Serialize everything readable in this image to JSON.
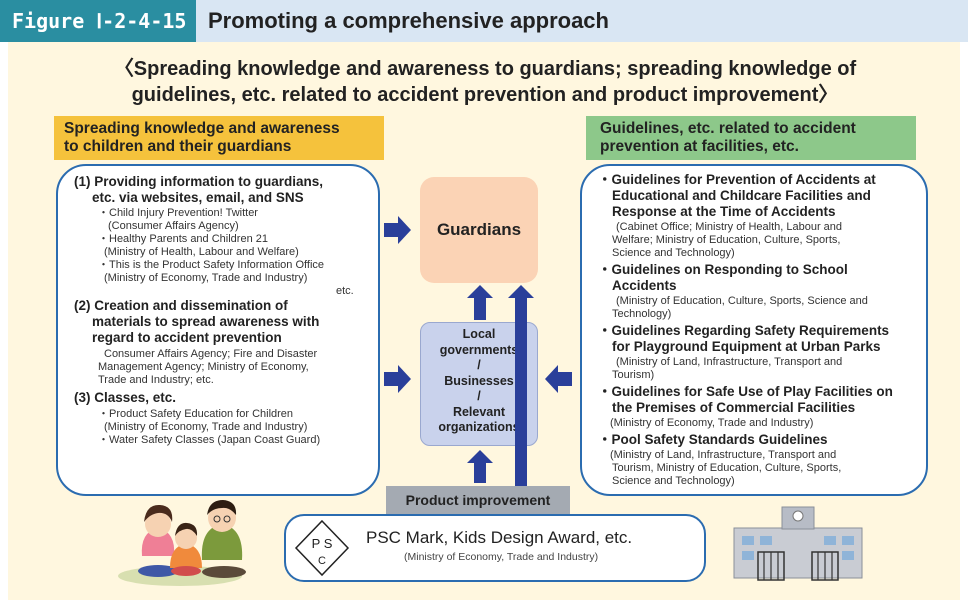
{
  "figure": {
    "label": "Figure Ⅰ-2-4-15",
    "title": "Promoting a comprehensive approach",
    "subtitle_line1": "〈Spreading knowledge and awareness to guardians; spreading knowledge of",
    "subtitle_line2": "guidelines, etc. related to accident prevention and product improvement〉"
  },
  "left": {
    "header_line1": "Spreading knowledge and awareness",
    "header_line2": "to children and their guardians",
    "s1": {
      "title_line1": "(1) Providing information to guardians,",
      "title_line2": "etc. via websites, email, and SNS",
      "items": [
        "・Child Injury Prevention! Twitter",
        "(Consumer Affairs Agency)",
        "・Healthy Parents and Children 21",
        "(Ministry of Health, Labour and Welfare)",
        "・This is the Product Safety Information Office",
        "(Ministry of Economy, Trade and Industry)"
      ],
      "etc": "etc."
    },
    "s2": {
      "title_line1": "(2) Creation and dissemination of",
      "title_line2": "materials to spread awareness with",
      "title_line3": "regard to accident prevention",
      "items": [
        "Consumer Affairs Agency; Fire and Disaster",
        "Management Agency; Ministry of Economy,",
        "Trade and Industry; etc."
      ]
    },
    "s3": {
      "title": "(3) Classes, etc.",
      "items": [
        "・Product Safety Education for Children",
        "(Ministry of Economy, Trade and Industry)",
        "・Water Safety Classes (Japan Coast Guard)"
      ]
    }
  },
  "center": {
    "guardians": "Guardians",
    "local_lines": [
      "Local",
      "governments",
      "/",
      "Businesses",
      "/",
      "Relevant",
      "organizations"
    ],
    "product_improvement": "Product improvement",
    "psc_mark": "PSC Mark, Kids Design Award, etc.",
    "psc_ministry": "(Ministry of Economy, Trade and Industry)",
    "psc_symbol_top": "P S",
    "psc_symbol_bottom": "C"
  },
  "right": {
    "header_line1": "Guidelines, etc. related to accident",
    "header_line2": "prevention at facilities, etc.",
    "g1": {
      "lines": [
        "・Guidelines for Prevention of Accidents at",
        "Educational and Childcare Facilities and",
        "Response at the Time of Accidents"
      ],
      "sub": [
        "(Cabinet Office; Ministry of Health, Labour and",
        "Welfare; Ministry of Education, Culture, Sports,",
        "Science and Technology)"
      ]
    },
    "g2": {
      "lines": [
        "・Guidelines on Responding to School",
        "Accidents"
      ],
      "sub": [
        "(Ministry of Education, Culture, Sports, Science and",
        "Technology)"
      ]
    },
    "g3": {
      "lines": [
        "・Guidelines Regarding Safety Requirements",
        "for Playground Equipment at Urban Parks"
      ],
      "sub": [
        "(Ministry of Land, Infrastructure, Transport and",
        "Tourism)"
      ]
    },
    "g4": {
      "lines": [
        "・Guidelines for Safe Use of Play Facilities on",
        "the Premises of Commercial Facilities"
      ],
      "sub": [
        "(Ministry of Economy, Trade and Industry)"
      ]
    },
    "g5": {
      "lines": [
        "・Pool Safety Standards Guidelines"
      ],
      "sub": [
        "(Ministry of Land, Infrastructure, Transport and",
        "Tourism, Ministry of Education, Culture, Sports,",
        "Science and Technology)"
      ]
    }
  },
  "colors": {
    "figure_label_bg": "#2a8ea1",
    "header_bg": "#d9e6f3",
    "panel_bg": "#fff7df",
    "left_header_bg": "#f5c23c",
    "right_header_bg": "#8dc88a",
    "box_border": "#2b6cb0",
    "arrow": "#2a3f9a",
    "guardians_bg": "#fbd3b5",
    "local_bg": "#c9d2ec",
    "product_improvement_bg": "#a4aab2"
  },
  "illustrations": [
    "family-illustration",
    "school-building-illustration"
  ]
}
